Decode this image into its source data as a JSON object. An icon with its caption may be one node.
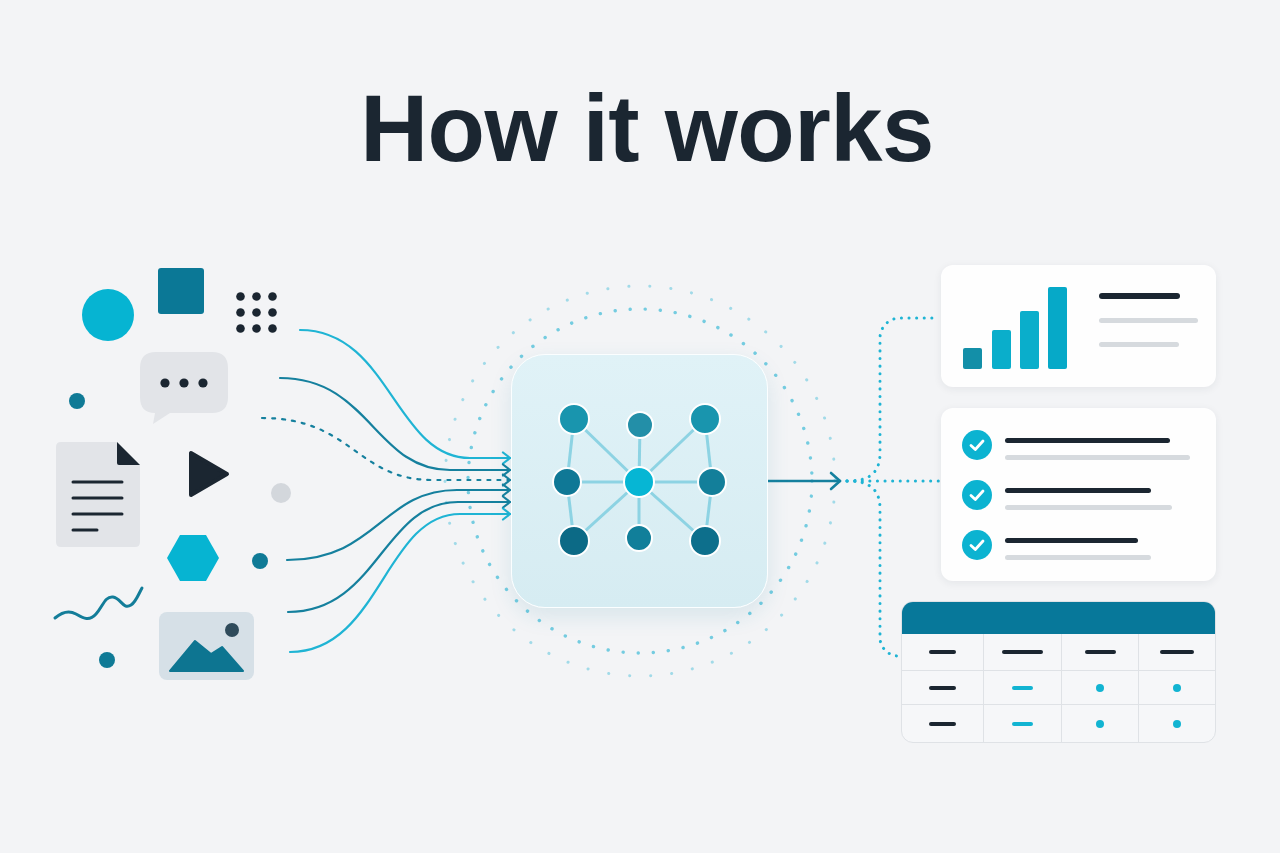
{
  "diagram": {
    "title": "How it works",
    "nodes": [
      {
        "text": [],
        "shape": "box"
      },
      {
        "text": [],
        "shape": "box"
      },
      {
        "text": [],
        "shape": "box"
      },
      {
        "text": [],
        "shape": "box"
      }
    ],
    "edges": [
      {
        "from": null,
        "to": 0,
        "arrow": "to",
        "color": "#1fb4d4"
      },
      {
        "from": null,
        "to": 0,
        "arrow": "to"
      },
      {
        "from": null,
        "to": 0,
        "arrow": "to",
        "style": "dashed"
      },
      {
        "from": null,
        "to": 0,
        "arrow": "to"
      },
      {
        "from": null,
        "to": 0,
        "arrow": "to"
      },
      {
        "from": null,
        "to": 0,
        "arrow": "to",
        "color": "#1fb4d4"
      },
      {
        "from": 0,
        "to": null,
        "arrow": "to"
      },
      {
        "from": null,
        "to": 1,
        "arrow": "none",
        "style": "dashed",
        "color": "#1fb4d4"
      },
      {
        "from": null,
        "to": 2,
        "arrow": "none",
        "style": "dashed",
        "color": "#1fb4d4"
      },
      {
        "from": null,
        "to": 3,
        "arrow": "none",
        "style": "dashed",
        "color": "#1fb4d4"
      }
    ]
  }
}
